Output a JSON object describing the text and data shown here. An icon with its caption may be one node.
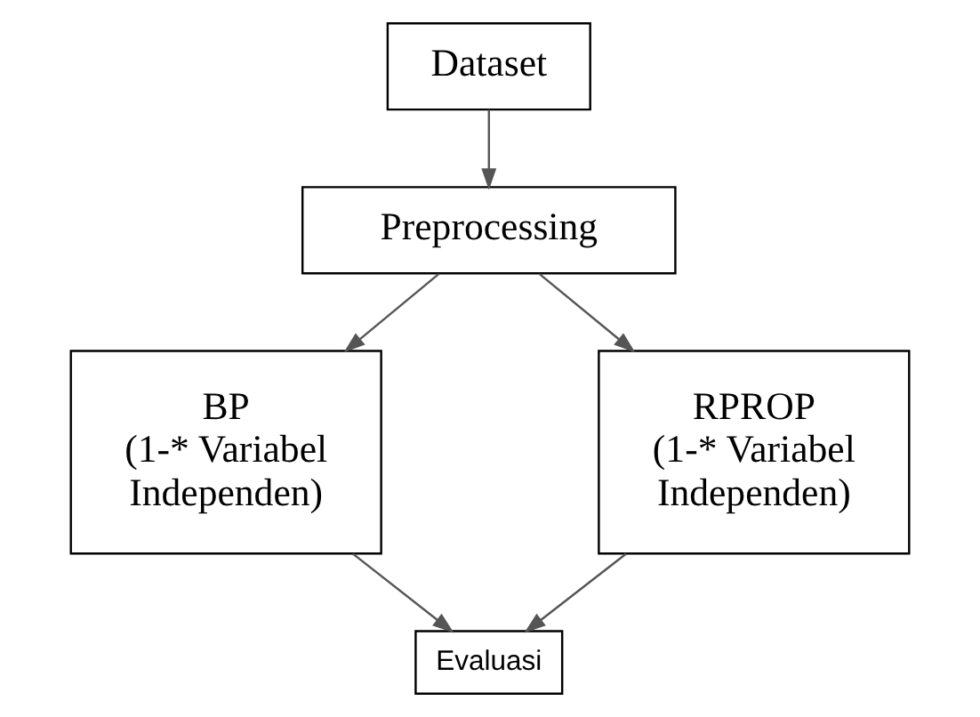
{
  "diagram": {
    "nodes": [
      {
        "text": [
          "Dataset"
        ]
      },
      {
        "text": [
          "Preprocessing"
        ]
      },
      {
        "text": [
          "BP",
          "(1-* Variabel Independen)"
        ]
      },
      {
        "text": [
          "RPROP",
          "(1-* Variabel Independen)"
        ]
      },
      {
        "text": [
          "Evaluasi"
        ]
      }
    ],
    "edges": [
      {
        "from": 0,
        "to": 1,
        "arrow": "to"
      },
      {
        "from": 1,
        "to": 2,
        "arrow": "to"
      },
      {
        "from": 1,
        "to": 3,
        "arrow": "to"
      },
      {
        "from": 2,
        "to": 4,
        "arrow": "to"
      },
      {
        "from": 3,
        "to": 4,
        "arrow": "to"
      }
    ]
  }
}
